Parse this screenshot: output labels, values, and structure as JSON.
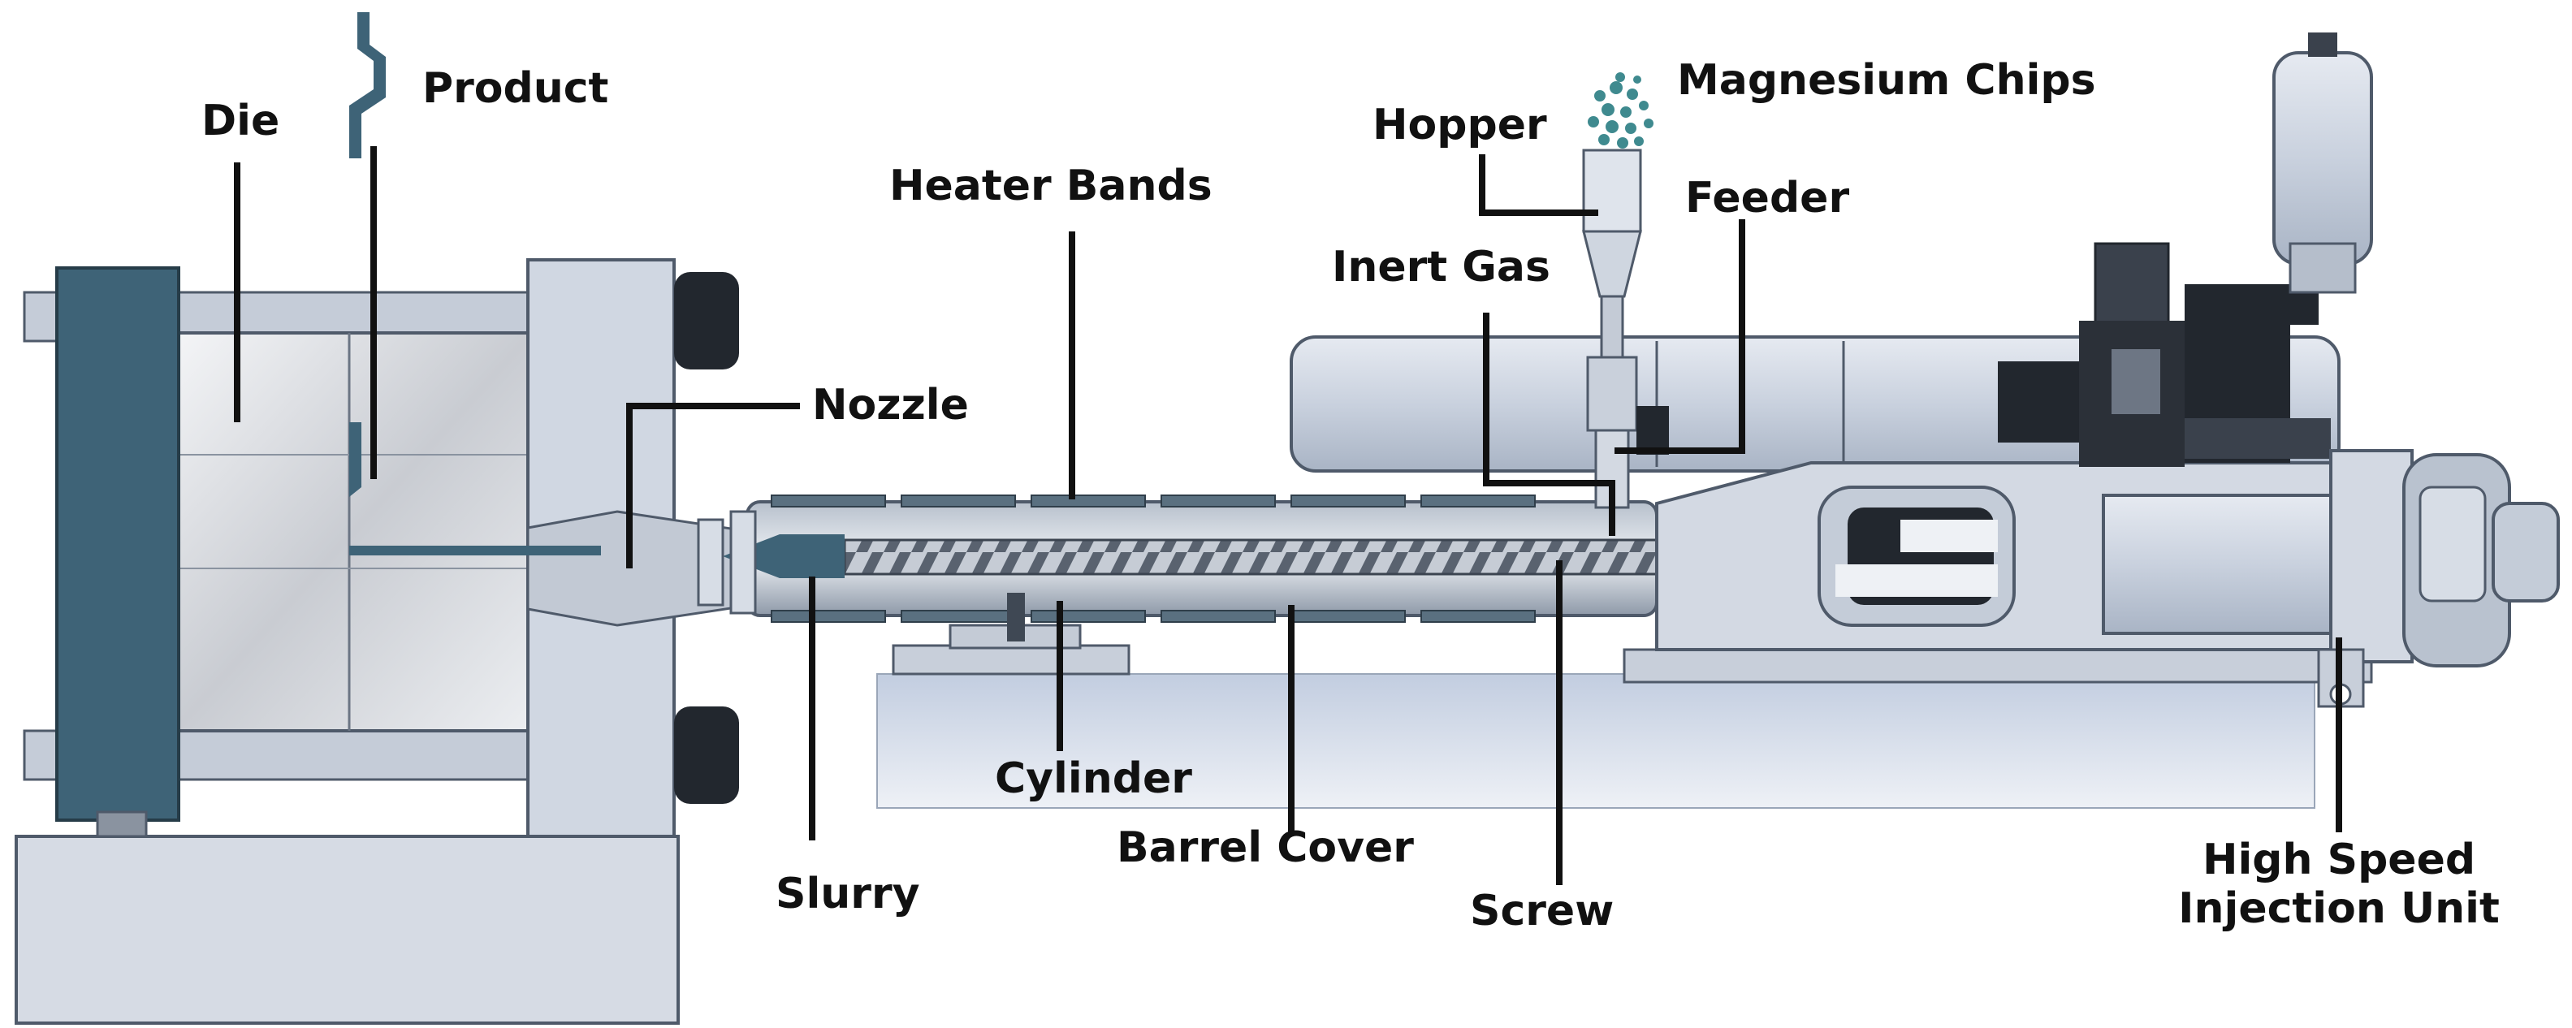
{
  "labels": {
    "die": "Die",
    "product": "Product",
    "nozzle": "Nozzle",
    "heater_bands": "Heater Bands",
    "magnesium_chips": "Magnesium Chips",
    "hopper": "Hopper",
    "feeder": "Feeder",
    "inert_gas": "Inert Gas",
    "cylinder": "Cylinder",
    "barrel_cover": "Barrel Cover",
    "slurry": "Slurry",
    "screw": "Screw",
    "high_speed_line1": "High Speed",
    "high_speed_line2": "Injection Unit"
  },
  "colors": {
    "machine_body": "#d3dae6",
    "machine_outline": "#4f5a6a",
    "platen_teal": "#3e6377",
    "dark_parts": "#22272e",
    "chips_teal": "#3f8a8f",
    "leader_lines": "#111111"
  }
}
